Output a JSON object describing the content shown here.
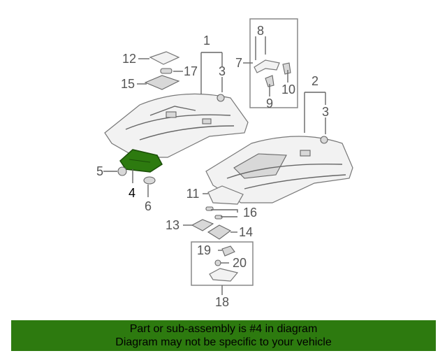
{
  "diagram": {
    "callouts": [
      {
        "id": "c1",
        "text": "1"
      },
      {
        "id": "c2",
        "text": "2"
      },
      {
        "id": "c3a",
        "text": "3"
      },
      {
        "id": "c3b",
        "text": "3"
      },
      {
        "id": "c4",
        "text": "4"
      },
      {
        "id": "c5",
        "text": "5"
      },
      {
        "id": "c6",
        "text": "6"
      },
      {
        "id": "c7",
        "text": "7"
      },
      {
        "id": "c8",
        "text": "8"
      },
      {
        "id": "c9",
        "text": "9"
      },
      {
        "id": "c10",
        "text": "10"
      },
      {
        "id": "c11",
        "text": "11"
      },
      {
        "id": "c12",
        "text": "12"
      },
      {
        "id": "c13",
        "text": "13"
      },
      {
        "id": "c14",
        "text": "14"
      },
      {
        "id": "c15",
        "text": "15"
      },
      {
        "id": "c16",
        "text": "16"
      },
      {
        "id": "c17",
        "text": "17"
      },
      {
        "id": "c18",
        "text": "18"
      },
      {
        "id": "c19",
        "text": "19"
      },
      {
        "id": "c20",
        "text": "20"
      }
    ],
    "highlight_part": "4",
    "highlight_color": "#2d7a0f"
  },
  "banner": {
    "line1": "Part or sub-assembly is #4 in diagram",
    "line2": "Diagram may not be specific to your vehicle",
    "background": "#2d7a0f"
  }
}
